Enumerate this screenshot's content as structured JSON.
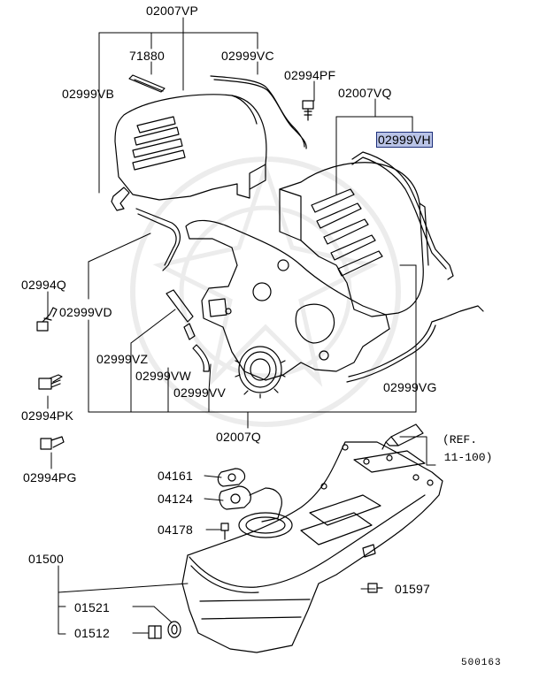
{
  "labels": {
    "p02007VP": "02007VP",
    "p71880": "71880",
    "p02999VC": "02999VC",
    "p02994PF": "02994PF",
    "p02999VB": "02999VB",
    "p02007VQ": "02007VQ",
    "p02999VH": "02999VH",
    "p02994Q": "02994Q",
    "p02999VD": "02999VD",
    "p02999VZ": "02999VZ",
    "p02999VW": "02999VW",
    "p02999VV": "02999VV",
    "p02999VG": "02999VG",
    "p02994PK": "02994PK",
    "p02007Q": "02007Q",
    "p02994PG": "02994PG",
    "p04161": "04161",
    "p04124": "04124",
    "p04178": "04178",
    "p01500": "01500",
    "p01521": "01521",
    "p01512": "01512",
    "p01597": "01597"
  },
  "reference": {
    "line1": "(REF.",
    "line2": " 11-100)"
  },
  "diagram_code": "500163",
  "colors": {
    "highlight_fill": "#b9c3e6",
    "highlight_border": "#1c2e7a",
    "line": "#000000"
  }
}
